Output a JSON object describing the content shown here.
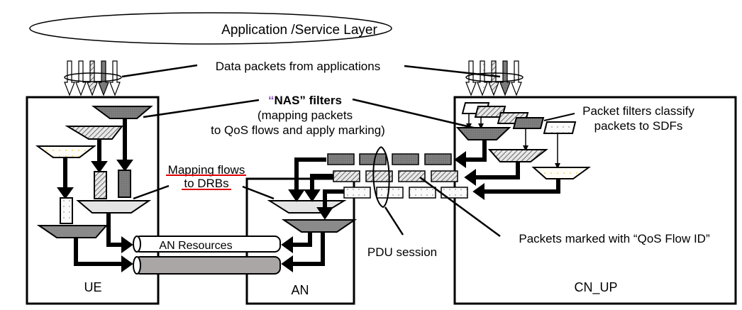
{
  "layer_label": "Application /Service Layer",
  "labels": {
    "data_packets": "Data packets from applications",
    "nas_filters_quote_open": "“",
    "nas_filters": "NAS” filters",
    "nas_desc_1": "(mapping packets",
    "nas_desc_2": "to QoS flows and apply marking)",
    "mapping_flows_1": "Mapping flows",
    "mapping_flows_2": "to DRBs",
    "an_resources": "AN Resources",
    "packet_filters_1": "Packet filters classify",
    "packet_filters_2": "packets to SDFs",
    "pdu_session": "PDU session",
    "packets_marked": "Packets marked with “QoS Flow ID”"
  },
  "nodes": {
    "ue": "UE",
    "an": "AN",
    "cn_up": "CN_UP"
  },
  "colors": {
    "dark": "#7f7f7f",
    "light": "#e4e4e4",
    "pipe_gray": "#aaa6a6",
    "underline": "#e00000",
    "quote_accent": "#8a4fbf"
  }
}
